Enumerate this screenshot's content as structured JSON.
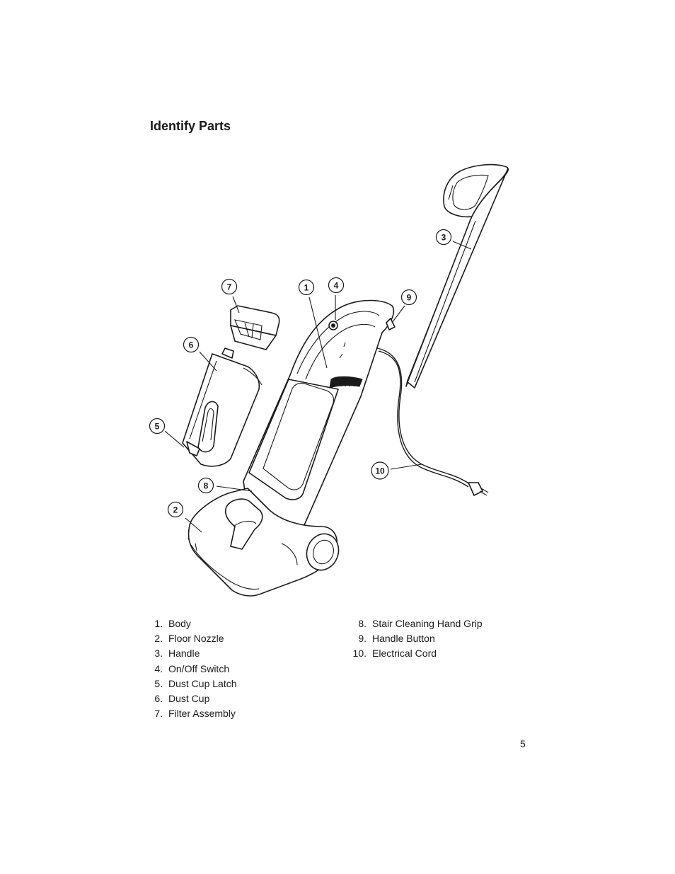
{
  "title": "Identify Parts",
  "callouts": [
    {
      "num": "1"
    },
    {
      "num": "2"
    },
    {
      "num": "3"
    },
    {
      "num": "4"
    },
    {
      "num": "5"
    },
    {
      "num": "6"
    },
    {
      "num": "7"
    },
    {
      "num": "8"
    },
    {
      "num": "9"
    },
    {
      "num": "10"
    }
  ],
  "parts_left": [
    {
      "num": "1.",
      "label": "Body"
    },
    {
      "num": "2.",
      "label": "Floor Nozzle"
    },
    {
      "num": "3.",
      "label": "Handle"
    },
    {
      "num": "4.",
      "label": "On/Off Switch"
    },
    {
      "num": "5.",
      "label": "Dust Cup Latch"
    },
    {
      "num": "6.",
      "label": "Dust Cup"
    },
    {
      "num": "7.",
      "label": "Filter Assembly"
    }
  ],
  "parts_right": [
    {
      "num": "8.",
      "label": "Stair Cleaning Hand Grip"
    },
    {
      "num": "9.",
      "label": "Handle Button"
    },
    {
      "num": "10.",
      "label": "Electrical Cord"
    }
  ],
  "page_number": "5"
}
